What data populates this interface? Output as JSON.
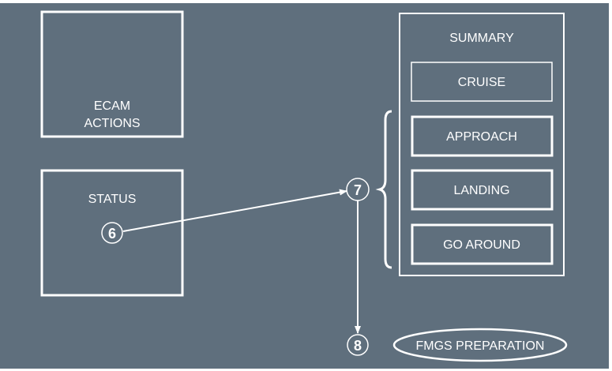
{
  "diagram": {
    "colors": {
      "background": "#5f6f7d",
      "stroke": "#ffffff",
      "text": "#ffffff"
    },
    "boxes": {
      "ecam_actions": {
        "line1": "ECAM",
        "line2": "ACTIONS"
      },
      "status": {
        "label": "STATUS"
      },
      "summary": {
        "title": "SUMMARY",
        "items": [
          "CRUISE",
          "APPROACH",
          "LANDING",
          "GO AROUND"
        ]
      }
    },
    "steps": [
      "6",
      "7",
      "8"
    ],
    "fmgs": {
      "label": "FMGS PREPARATION"
    }
  }
}
